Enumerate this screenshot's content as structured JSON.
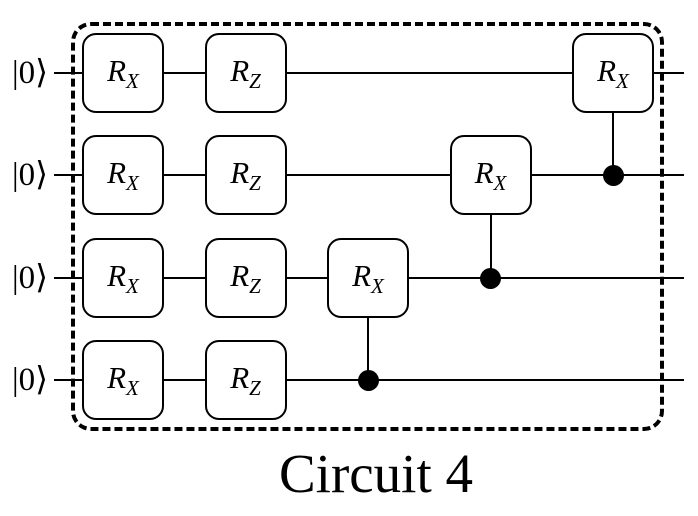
{
  "figure": {
    "caption": "Circuit 4",
    "qubits": [
      {
        "label": "|0⟩"
      },
      {
        "label": "|0⟩"
      },
      {
        "label": "|0⟩"
      },
      {
        "label": "|0⟩"
      }
    ],
    "gates": [
      {
        "row": 0,
        "col": 0,
        "base": "R",
        "sub": "X"
      },
      {
        "row": 0,
        "col": 1,
        "base": "R",
        "sub": "Z"
      },
      {
        "row": 0,
        "col": 4,
        "base": "R",
        "sub": "X"
      },
      {
        "row": 1,
        "col": 0,
        "base": "R",
        "sub": "X"
      },
      {
        "row": 1,
        "col": 1,
        "base": "R",
        "sub": "Z"
      },
      {
        "row": 1,
        "col": 3,
        "base": "R",
        "sub": "X"
      },
      {
        "row": 2,
        "col": 0,
        "base": "R",
        "sub": "X"
      },
      {
        "row": 2,
        "col": 1,
        "base": "R",
        "sub": "Z"
      },
      {
        "row": 2,
        "col": 2,
        "base": "R",
        "sub": "X"
      },
      {
        "row": 3,
        "col": 0,
        "base": "R",
        "sub": "X"
      },
      {
        "row": 3,
        "col": 1,
        "base": "R",
        "sub": "Z"
      }
    ],
    "controls": [
      {
        "col": 4,
        "target_row": 0,
        "control_row": 1
      },
      {
        "col": 3,
        "target_row": 1,
        "control_row": 2
      },
      {
        "col": 2,
        "target_row": 2,
        "control_row": 3
      }
    ],
    "colors": {
      "line": "#000000",
      "background": "#ffffff"
    }
  }
}
